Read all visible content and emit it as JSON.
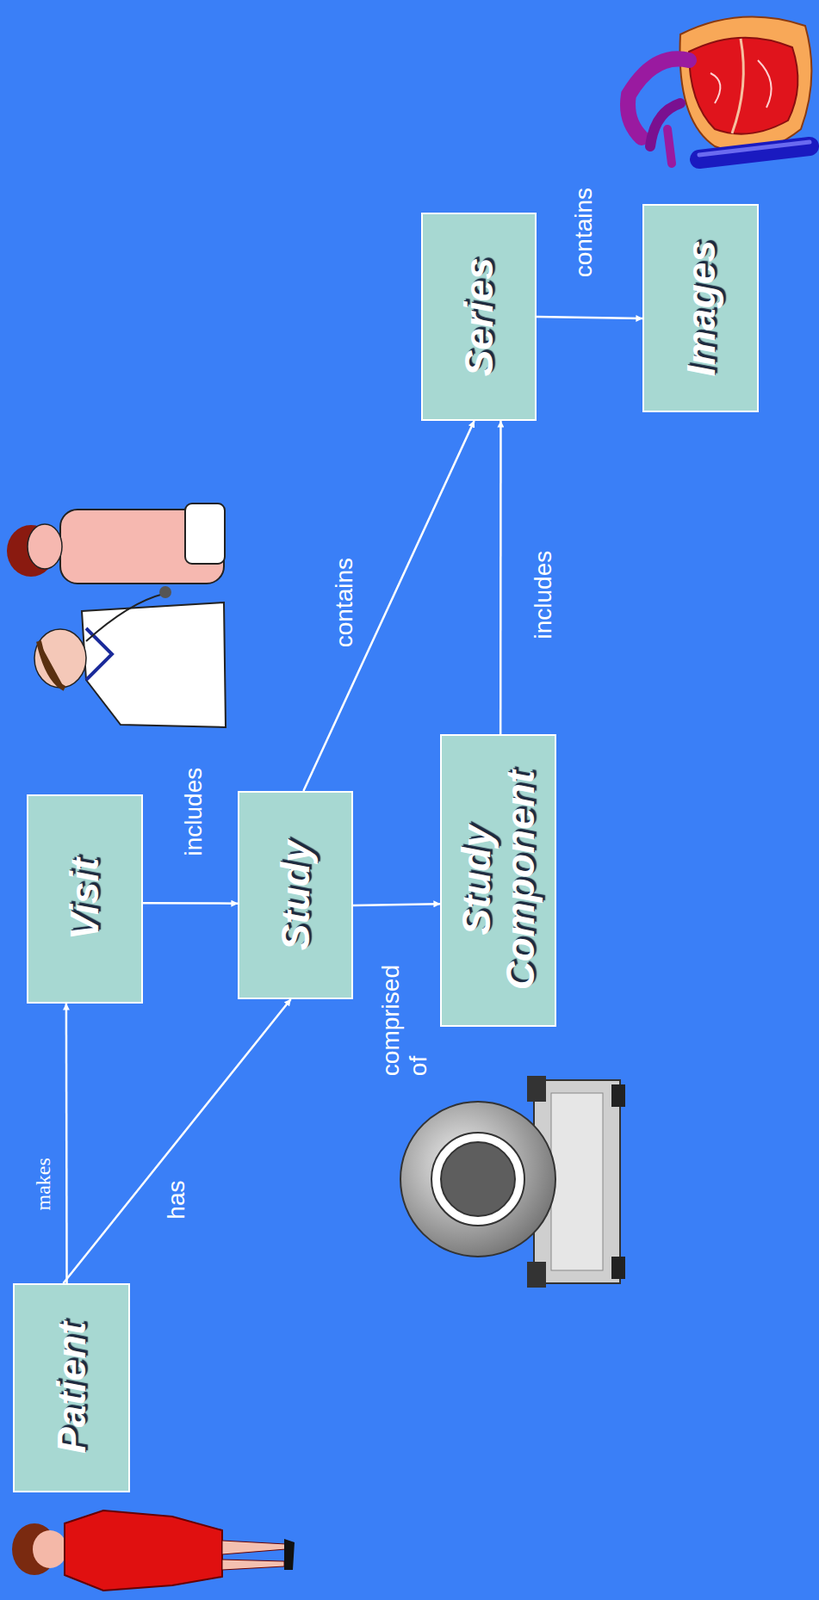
{
  "diagram": {
    "nodes": [
      {
        "text": [
          "Patient"
        ]
      },
      {
        "text": [
          "Visit"
        ]
      },
      {
        "text": [
          "Study"
        ]
      },
      {
        "text": [
          "Study Component"
        ]
      },
      {
        "text": [
          "Series"
        ]
      },
      {
        "text": [
          "Images"
        ]
      }
    ],
    "edges": [
      {
        "from": 0,
        "to": 1,
        "label": "makes",
        "arrow": "to"
      },
      {
        "from": 0,
        "to": 2,
        "label": "has",
        "arrow": "to"
      },
      {
        "from": 1,
        "to": 2,
        "label": "includes",
        "arrow": "to"
      },
      {
        "from": 2,
        "to": 3,
        "label": "comprised of",
        "arrow": "to"
      },
      {
        "from": 2,
        "to": 4,
        "label": "contains",
        "arrow": "to"
      },
      {
        "from": 3,
        "to": 4,
        "label": "includes",
        "arrow": "to"
      },
      {
        "from": 4,
        "to": 5,
        "label": "contains",
        "arrow": "to"
      }
    ]
  }
}
